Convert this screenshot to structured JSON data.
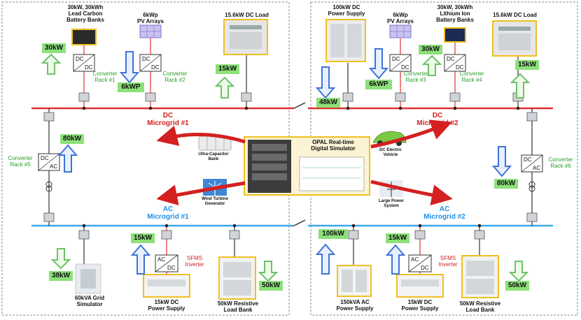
{
  "dc_grid1": {
    "battery_label": "30kW, 30kWh\nLead Carbon\nBattery Banks",
    "pv_label": "6kWp\nPV Arrays",
    "dc_load_label": "15.6kW DC Load",
    "battery_power": "30kW",
    "pv_power": "6kWP",
    "load_power": "15kW",
    "conv1_label": "Converter\nRack #1",
    "conv2_label": "Converter\nRack #2",
    "grid_label": "DC\nMicrogrid #1"
  },
  "dc_grid2": {
    "supply_label": "100kW DC\nPower Supply",
    "pv_label": "6kWp\nPV Arrays",
    "battery_label": "30kW, 30kWh\nLithium Ion\nBattery Banks",
    "dc_load_label": "15.6kW DC Load",
    "supply_power": "48kW",
    "pv_power": "6kWP",
    "battery_power": "30kW",
    "load_power": "15kW",
    "conv3_label": "Converter\nRack #3",
    "conv4_label": "Converter\nRack #4",
    "grid_label": "DC\nMicrogrid #2"
  },
  "center": {
    "simulator_label": "OPAL Real-time\nDigital Simulator",
    "ultracap_label": "Ultra-Capacitor\nBank",
    "ev_label": "DC Electric\nVehicle",
    "wind_label": "Wind Turbine\nGenerator",
    "power_system_label": "Large Power\nSystem"
  },
  "links": {
    "conv5_label": "Converter\nRack #5",
    "conv5_power": "80kW",
    "conv6_label": "Converter\nRack #6",
    "conv6_power": "80kW"
  },
  "ac_grid1": {
    "grid_label": "AC\nMicrogrid #1",
    "grid_sim_power": "38kW",
    "grid_sim_label": "60kVA Grid\nSimulator",
    "dc_supply_power": "15kW",
    "sfms_label": "SFMS\nInverter",
    "dc_supply_label": "15kW DC\nPower Supply",
    "load_power": "50kW",
    "load_label": "50kW Resistive\nLoad Bank"
  },
  "ac_grid2": {
    "grid_label": "AC\nMicrogrid #2",
    "ac_supply_power": "100kW",
    "ac_supply_label": "150kVA AC\nPower Supply",
    "dc_supply_power": "15kW",
    "sfms_label": "SFMS\nInverter",
    "dc_supply_label": "15kW DC\nPower Supply",
    "load_power": "50kW",
    "load_label": "50kW Resistive\nLoad Bank"
  },
  "converter_text": {
    "dc": "DC",
    "ac": "AC"
  },
  "colors": {
    "dc_bus": "#e23030",
    "ac_bus": "#3aa8ea",
    "arrow_blue": "#3f73d6",
    "arrow_green": "#6ec26a",
    "power_box": "#8de07a",
    "highlight": "#f0c020"
  }
}
